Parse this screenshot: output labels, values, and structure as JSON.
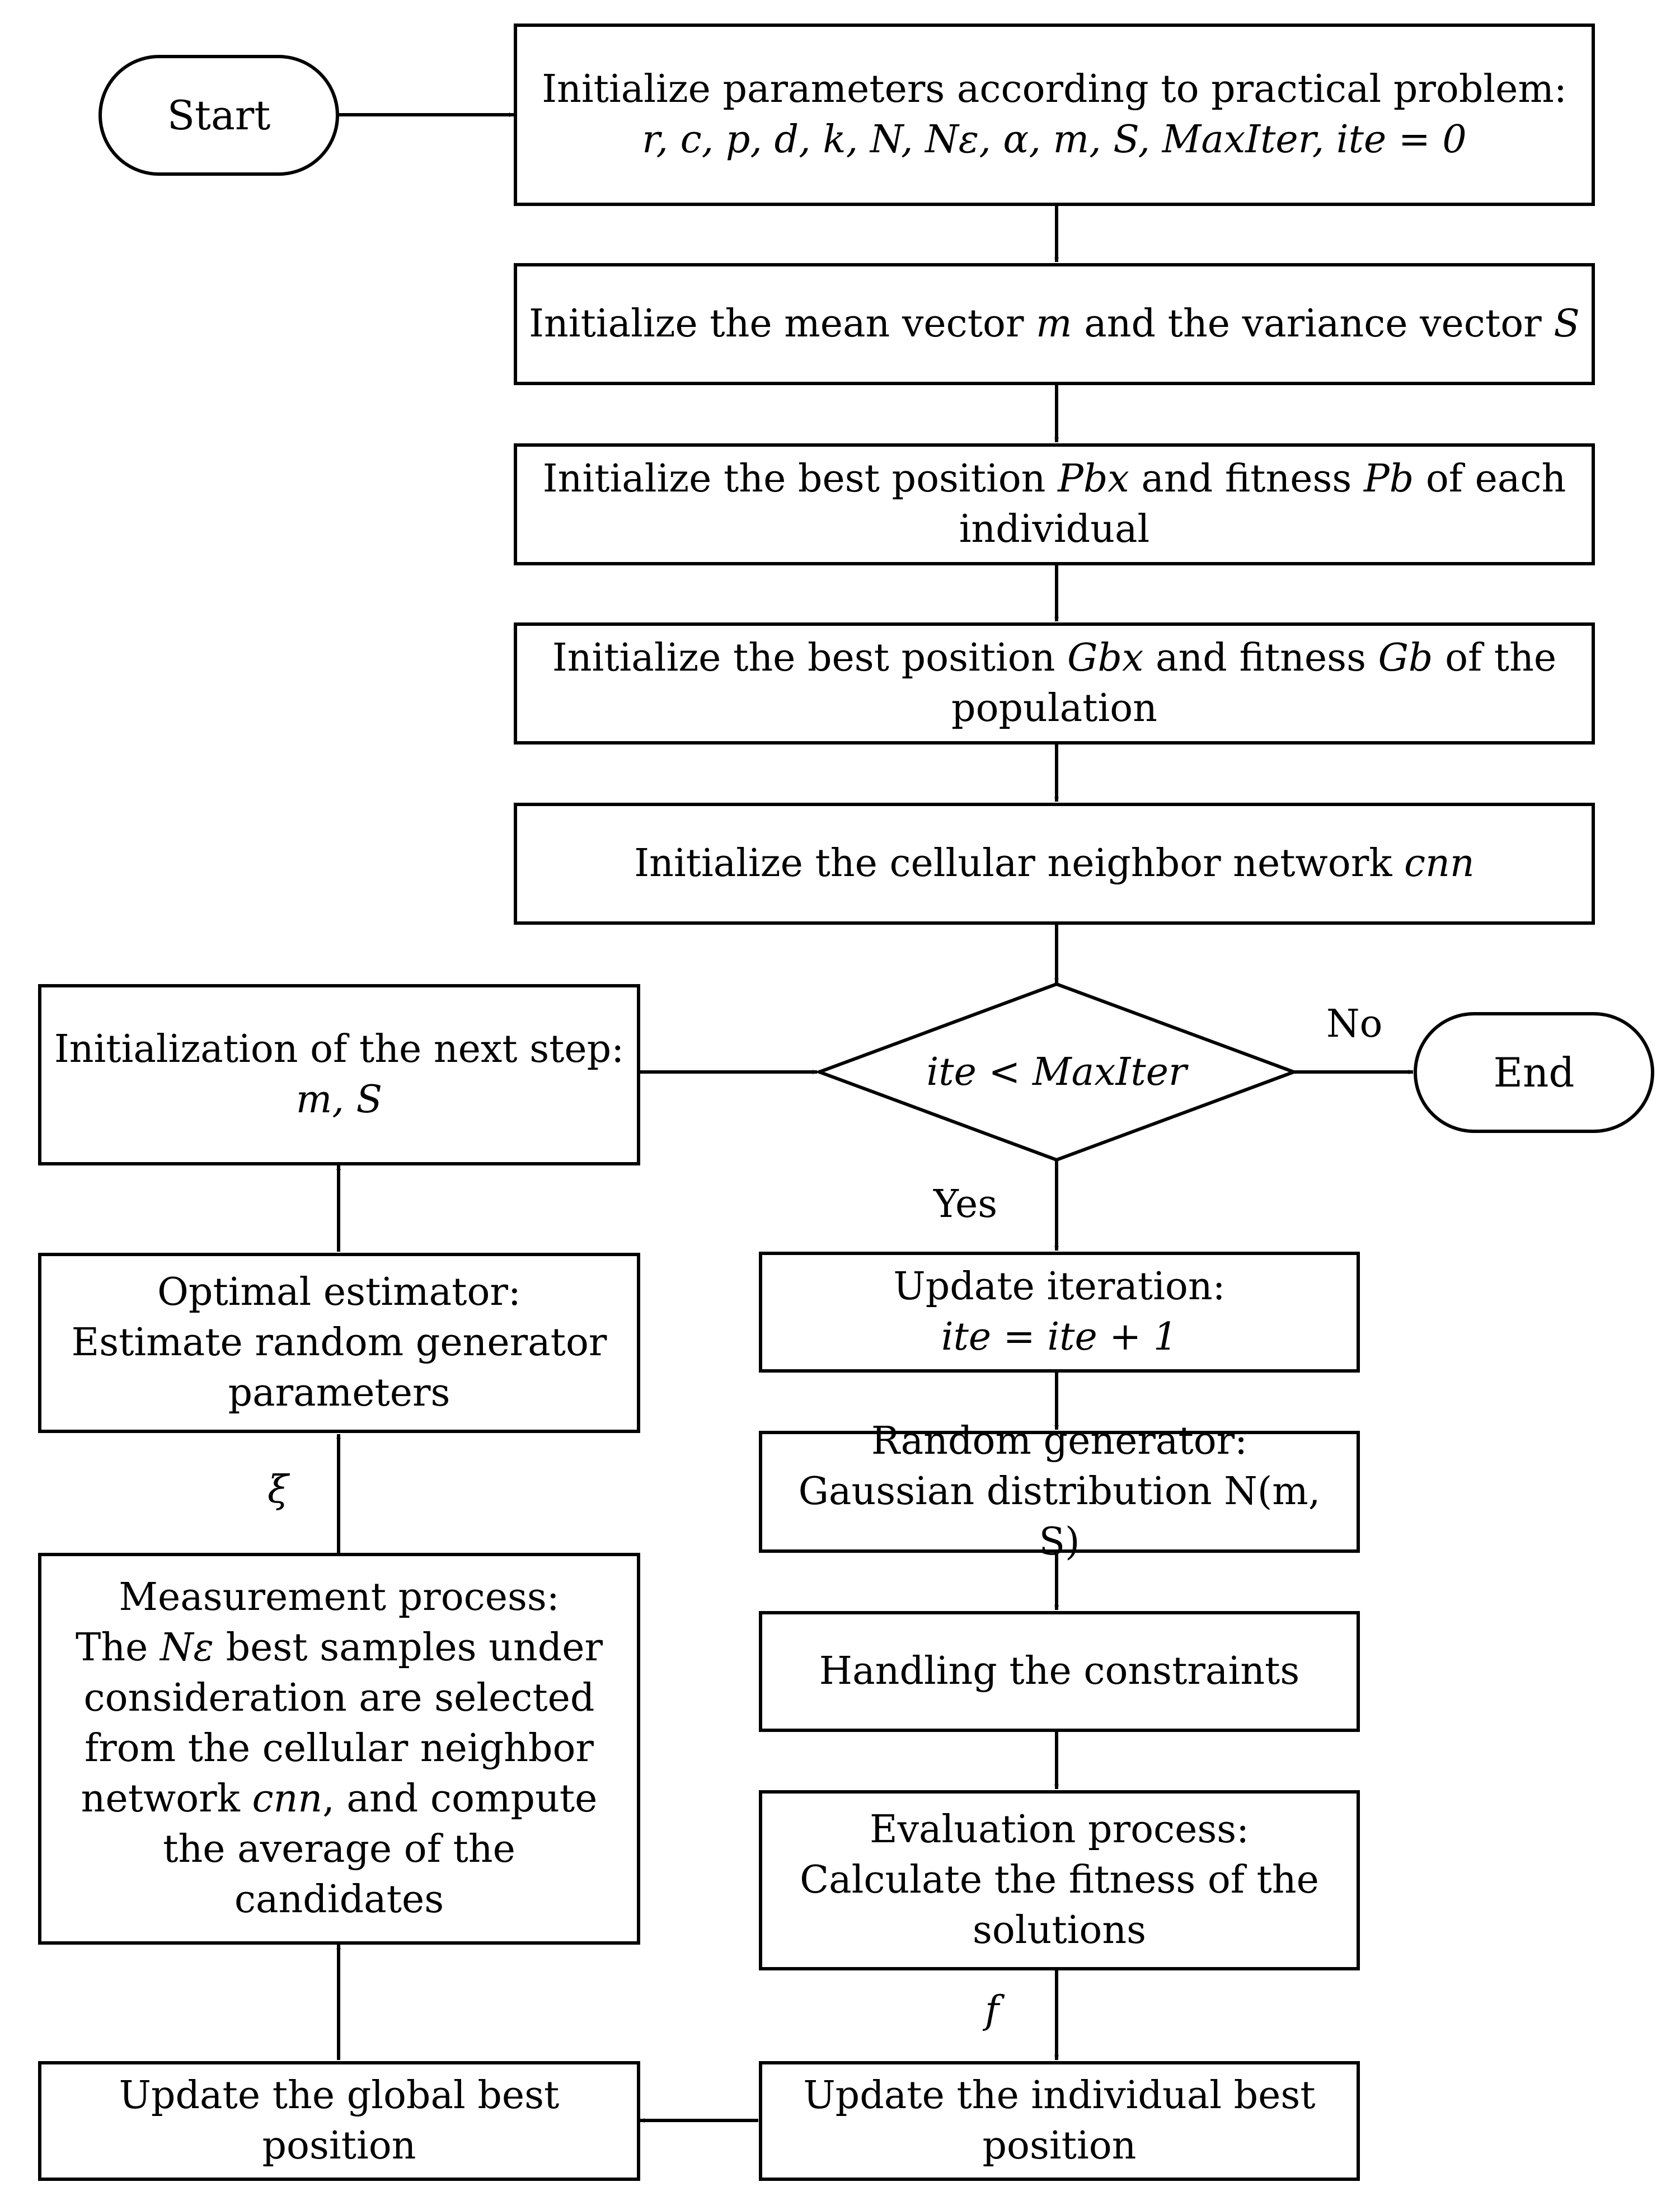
{
  "terminals": {
    "start": "Start",
    "end": "End"
  },
  "boxes": {
    "init_params": {
      "line1": "Initialize parameters according to practical problem:",
      "line2": "r, c, p, d, k, N, Nε, α, m, S, MaxIter, ite = 0"
    },
    "init_mean": {
      "prefix": "Initialize the mean vector ",
      "m": "m",
      "middle": " and the variance vector ",
      "s": "S"
    },
    "init_pbest": {
      "prefix": "Initialize the best position ",
      "pbx": "Pbx",
      "middle": " and fitness ",
      "pb": "Pb",
      "suffix": " of each individual"
    },
    "init_gbest": {
      "prefix": "Initialize the best position ",
      "gbx": "Gbx",
      "middle": " and fitness ",
      "gb": "Gb",
      "suffix": " of the population"
    },
    "init_cnn": {
      "prefix": "Initialize the cellular neighbor network ",
      "cnn": "cnn"
    },
    "decision": {
      "text": "ite < MaxIter"
    },
    "next_step": {
      "line1": "Initialization of the next step:",
      "line2": "m, S"
    },
    "update_iter": {
      "line1": "Update iteration:",
      "line2": "ite = ite  + 1"
    },
    "random_gen": {
      "line1": "Random generator:",
      "line2": "Gaussian distribution N(m, S)"
    },
    "constraints": {
      "text": "Handling the constraints"
    },
    "evaluation": {
      "line1": "Evaluation process:",
      "line2": "Calculate the fitness of the solutions"
    },
    "individual_best": {
      "text": "Update the individual best position"
    },
    "global_best": {
      "text": "Update the global best position"
    },
    "measurement": {
      "line1": "Measurement process:",
      "line2a": "The ",
      "line2b": "Nε",
      "line2c": " best samples under consideration are selected from the cellular neighbor network ",
      "line2d": "cnn",
      "line2e": ", and compute the average of the candidates"
    },
    "estimator": {
      "line1": "Optimal estimator:",
      "line2": "Estimate random generator parameters"
    }
  },
  "labels": {
    "no": "No",
    "yes": "Yes",
    "xi": "ξ",
    "f": "f"
  }
}
